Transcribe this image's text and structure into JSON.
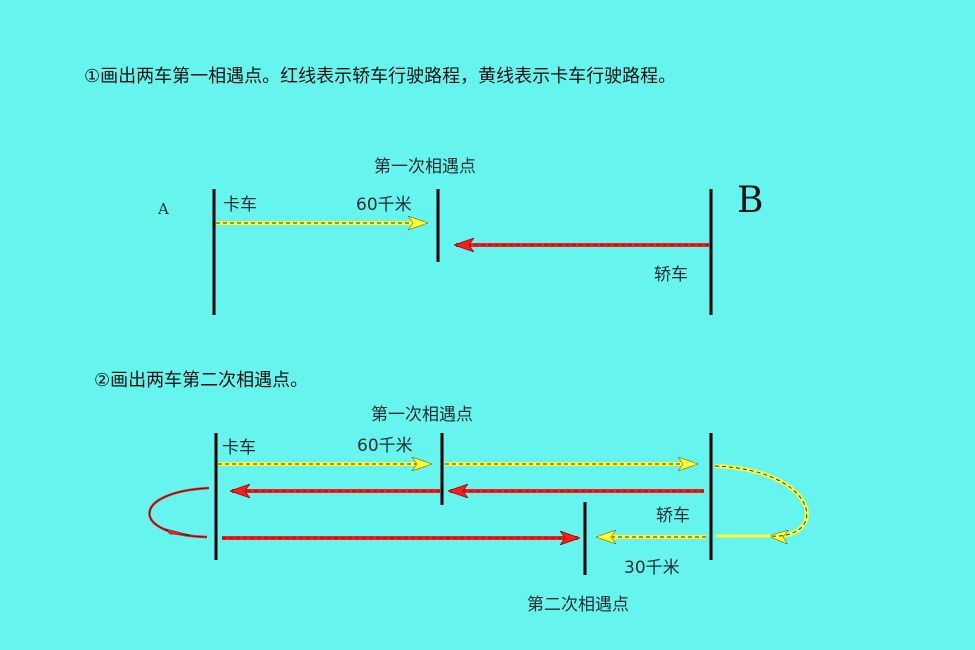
{
  "colors": {
    "background": "#66F5EE",
    "sedan_line": "#FF1A1A",
    "truck_line": "#FFFF33",
    "tick": "#000000"
  },
  "part1": {
    "instruction": "①画出两车第一相遇点。红线表示轿车行驶路程，黄线表示卡车行驶路程。",
    "meet_label": "第一次相遇点",
    "point_a": "A",
    "point_b": "B",
    "truck_label": "卡车",
    "sedan_label": "轿车",
    "distance_label": "60千米"
  },
  "part2": {
    "instruction": "②画出两车第二次相遇点。",
    "first_meet_label": "第一次相遇点",
    "second_meet_label": "第二次相遇点",
    "truck_label": "卡车",
    "sedan_label": "轿车",
    "distance_first": "60千米",
    "distance_second": "30千米"
  }
}
